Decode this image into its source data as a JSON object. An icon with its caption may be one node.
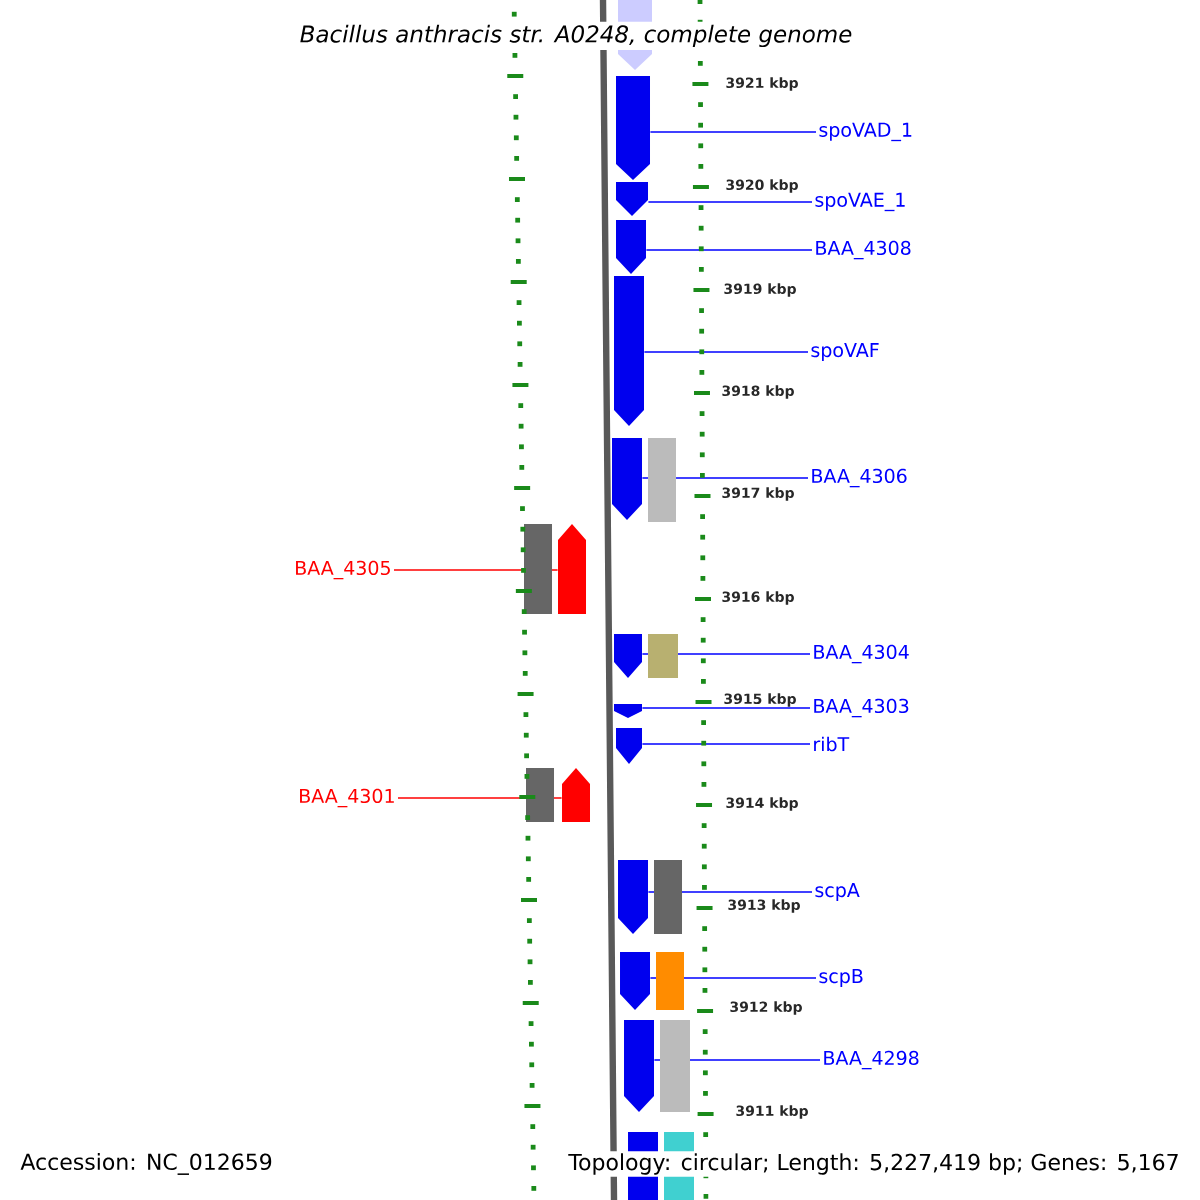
{
  "diagram": {
    "title": "Bacillus anthracis str. A0248, complete genome",
    "nodes": [
      {
        "text": [
          "spoVAD_1"
        ]
      },
      {
        "text": [],
        "shape": "pentagon"
      },
      {
        "text": [
          "spoVAE_1"
        ]
      },
      {
        "text": [],
        "shape": "pentagon"
      },
      {
        "text": [
          "BAA_4308"
        ]
      },
      {
        "text": [],
        "shape": "pentagon"
      },
      {
        "text": [
          "spoVAF"
        ]
      },
      {
        "text": [],
        "shape": "pentagon"
      },
      {
        "text": [
          "BAA_4306"
        ]
      },
      {
        "text": [],
        "shape": "pentagon"
      },
      {
        "text": [
          "BAA_4305"
        ]
      },
      {
        "text": [],
        "shape": "pentagon"
      },
      {
        "text": [
          "BAA_4304"
        ]
      },
      {
        "text": [],
        "shape": "pentagon"
      },
      {
        "text": [
          "BAA_4303"
        ]
      },
      {
        "text": [],
        "shape": "pentagon"
      },
      {
        "text": [
          "ribT"
        ]
      },
      {
        "text": [],
        "shape": "pentagon"
      },
      {
        "text": [
          "BAA_4301"
        ]
      },
      {
        "text": [],
        "shape": "pentagon"
      },
      {
        "text": [
          "scpA"
        ]
      },
      {
        "text": [],
        "shape": "pentagon"
      },
      {
        "text": [
          "scpB"
        ]
      },
      {
        "text": [],
        "shape": "pentagon"
      },
      {
        "text": [
          "BAA_4298"
        ]
      },
      {
        "text": [],
        "shape": "pentagon"
      }
    ],
    "edges": [
      {
        "from": 0,
        "to": 1,
        "arrow": "none"
      },
      {
        "from": 2,
        "to": 3,
        "arrow": "none"
      },
      {
        "from": 4,
        "to": 5,
        "arrow": "none"
      },
      {
        "from": 6,
        "to": 7,
        "arrow": "none"
      },
      {
        "from": 8,
        "to": 9,
        "arrow": "none"
      },
      {
        "from": 10,
        "to": 11,
        "arrow": "none",
        "color": "#ff0000"
      },
      {
        "from": 12,
        "to": 13,
        "arrow": "none"
      },
      {
        "from": 14,
        "to": 15,
        "arrow": "none"
      },
      {
        "from": 16,
        "to": 17,
        "arrow": "none"
      },
      {
        "from": 18,
        "to": 19,
        "arrow": "none",
        "color": "#ff0000"
      },
      {
        "from": 20,
        "to": 21,
        "arrow": "none"
      },
      {
        "from": 22,
        "to": 23,
        "arrow": "none"
      },
      {
        "from": 24,
        "to": 25,
        "arrow": "none"
      }
    ],
    "labels": [
      "3921 kbp",
      "3920 kbp",
      "3919 kbp",
      "3918 kbp",
      "3917 kbp",
      "3916 kbp",
      "3915 kbp",
      "3914 kbp",
      "3913 kbp",
      "3912 kbp",
      "3911 kbp",
      "Accession: NC_012659",
      "Topology: circular; Length: 5,227,419 bp; Genes: 5,167"
    ]
  }
}
